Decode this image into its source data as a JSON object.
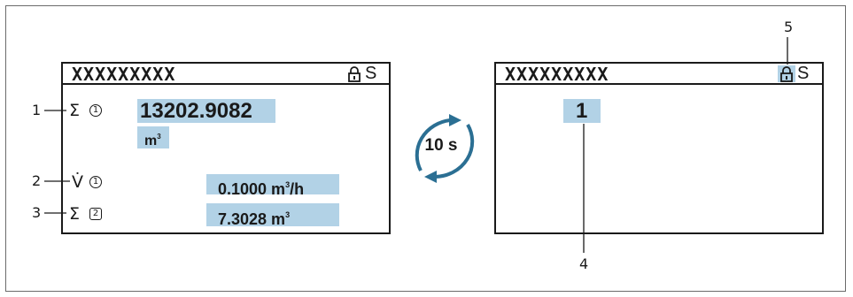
{
  "left_display": {
    "header_title": "XXXXXXXXX",
    "status_letter": "S",
    "rows": [
      {
        "callout": "1",
        "symbol": "Σ",
        "channel": "1",
        "value": "13202.9082",
        "unit_base": "m",
        "unit_exp": "3",
        "unit_suffix": ""
      },
      {
        "callout": "2",
        "symbol": "V̇",
        "channel": "1",
        "value": "0.1000 m",
        "unit_exp": "3",
        "unit_suffix": "/h"
      },
      {
        "callout": "3",
        "symbol": "Σ",
        "channel": "2",
        "value": "7.3028 m",
        "unit_exp": "3",
        "unit_suffix": ""
      }
    ]
  },
  "cycle": {
    "interval_label": "10 s",
    "arrow_color": "#2b6f93"
  },
  "right_display": {
    "header_title": "XXXXXXXXX",
    "status_letter": "S",
    "value": "1"
  },
  "callouts": {
    "value_ref": "4",
    "lock_ref": "5"
  },
  "colors": {
    "highlight": "#b2d2e6",
    "frame": "#6b6b6b",
    "ink": "#1a1a1a"
  }
}
